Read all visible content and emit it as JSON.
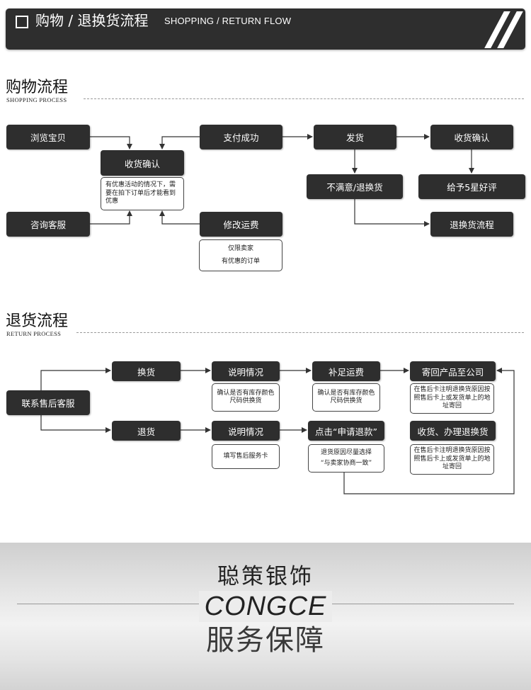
{
  "banner": {
    "title": "购物 / 退换货流程",
    "subtitle": "SHOPPING / RETURN FLOW"
  },
  "shopping": {
    "title": "购物流程",
    "subtitle": "SHOPPING PROCESS",
    "boxes": {
      "browse": "浏览宝贝",
      "confirm_receipt": "收货确认",
      "pay_success": "支付成功",
      "ship": "发货",
      "receive_confirm": "收货确认",
      "unsatisfied": "不满意/退换货",
      "five_star": "给予5星好评",
      "consult": "咨询客服",
      "modify_fee": "修改运费",
      "return_flow": "退换货流程"
    },
    "notes": {
      "promo": "有优惠活动的情况下，需要在拍下订单后才能看到优惠",
      "limit_line1": "仅限卖家",
      "limit_line2": "有优惠的订单"
    }
  },
  "returns": {
    "title": "退货流程",
    "subtitle": "RETURN PROCESS",
    "boxes": {
      "contact": "联系售后客服",
      "exchange": "换货",
      "explain1": "说明情况",
      "add_fee": "补足运费",
      "send_back": "寄回产品至公司",
      "refund": "退货",
      "explain2": "说明情况",
      "apply_refund": "点击“申请退款”",
      "receive_process": "收货、办理退换货"
    },
    "notes": {
      "stock1": "确认是否有库存颜色尺码供换货",
      "stock2": "确认是否有库存颜色尺码供换货",
      "card_addr1": "在售后卡注明退换货原因按照售后卡上或发货单上的地址寄回",
      "fill_card": "填写售后服务卡",
      "reason_line1": "退货原因尽量选择",
      "reason_line2": "“与卖家协商一致”",
      "card_addr2": "在售后卡注明退换货原因按照售后卡上或发货单上的地址寄回"
    }
  },
  "footer": {
    "brand_cn": "聪策银饰",
    "brand_en": "CONGCE",
    "service": "服务保障"
  }
}
